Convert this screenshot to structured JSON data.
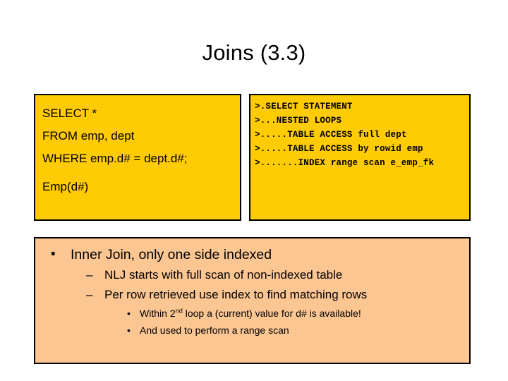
{
  "slide": {
    "title": "Joins (3.3)"
  },
  "sql_panel": {
    "bg_color": "#FFCB05",
    "border_color": "#000000",
    "lines": [
      "SELECT *",
      "FROM emp, dept",
      "WHERE emp.d# = dept.d#;"
    ],
    "annotation": "Emp(d#)"
  },
  "plan_panel": {
    "bg_color": "#FFCB05",
    "border_color": "#000000",
    "lines": [
      ">.SELECT STATEMENT",
      ">...NESTED LOOPS",
      ">.....TABLE ACCESS full dept",
      ">.....TABLE ACCESS by rowid emp",
      ">.......INDEX range scan e_emp_fk"
    ]
  },
  "bullets_panel": {
    "bg_color": "#FCC693",
    "border_color": "#000000",
    "bullet_marks": {
      "level1": "•",
      "level2": "–",
      "level3": "•"
    },
    "items": [
      {
        "level": 1,
        "text": "Inner Join, only one side indexed"
      },
      {
        "level": 2,
        "text": "NLJ starts with full scan of non-indexed table"
      },
      {
        "level": 2,
        "text": "Per row retrieved use index to find matching rows"
      },
      {
        "level": 3,
        "text_before_sup": "Within 2",
        "sup": "nd",
        "text_after_sup": " loop a (current) value for d# is available!"
      },
      {
        "level": 3,
        "text": "And used to perform a range scan"
      }
    ]
  }
}
